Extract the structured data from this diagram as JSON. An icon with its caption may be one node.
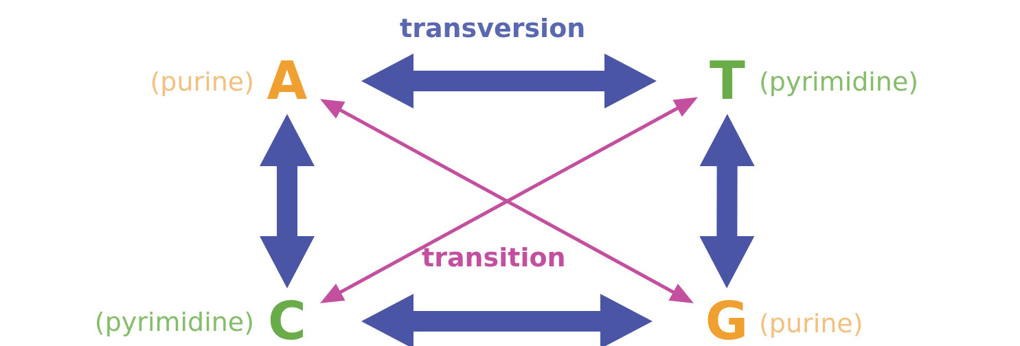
{
  "diagram": {
    "nodes": [
      {
        "text": [
          "A"
        ],
        "beside": [
          "(purine)"
        ]
      },
      {
        "text": [
          "T"
        ],
        "beside": [
          "(pyrimidine)"
        ]
      },
      {
        "text": [
          "C"
        ],
        "beside": [
          "(pyrimidine)"
        ]
      },
      {
        "text": [
          "G"
        ],
        "beside": [
          "(purine)"
        ]
      }
    ],
    "edges": [
      {
        "from": 0,
        "to": 1,
        "arrow": "both",
        "style": "thick"
      },
      {
        "from": 0,
        "to": 2,
        "arrow": "both",
        "style": "thick"
      },
      {
        "from": 1,
        "to": 3,
        "arrow": "both",
        "style": "thick"
      },
      {
        "from": 2,
        "to": 3,
        "arrow": "both",
        "style": "thick"
      },
      {
        "from": 0,
        "to": 3,
        "arrow": "both",
        "color": "#c2509f"
      },
      {
        "from": 1,
        "to": 2,
        "arrow": "both",
        "color": "#c2509f"
      }
    ],
    "labels": [
      "transversion",
      "transition"
    ]
  }
}
